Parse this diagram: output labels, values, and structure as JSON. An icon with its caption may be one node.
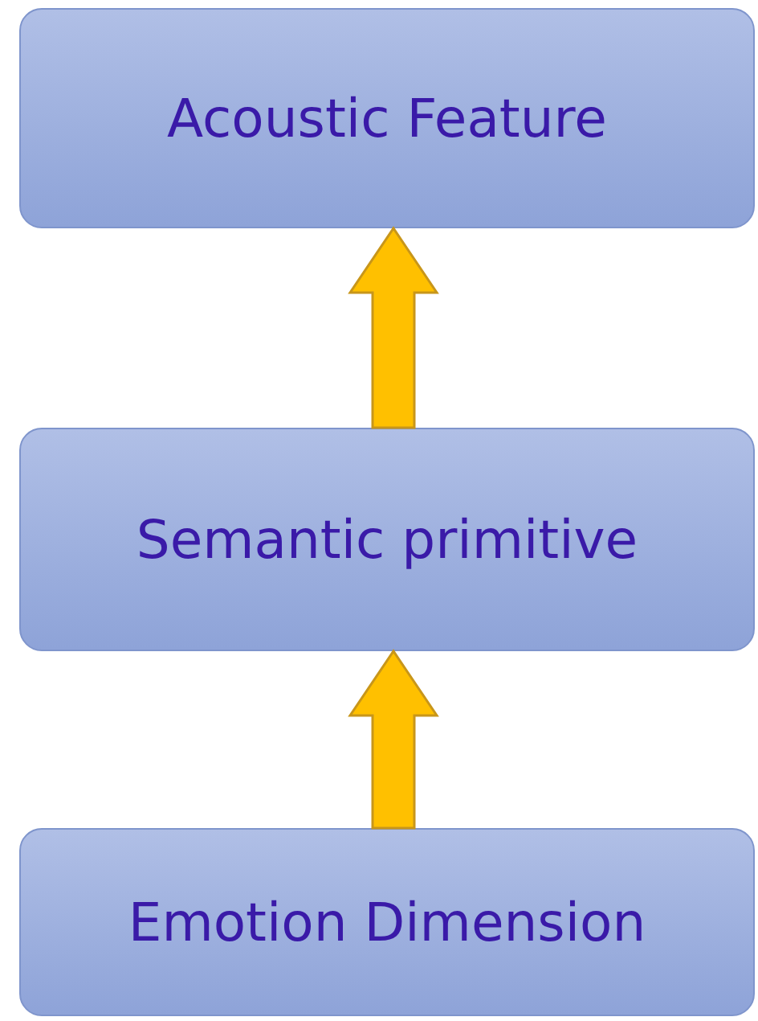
{
  "diagram": {
    "nodes": [
      {
        "text": [
          "Acoustic Feature"
        ]
      },
      {
        "text": [
          "Semantic primitive"
        ]
      },
      {
        "text": [
          "Emotion Dimension"
        ]
      }
    ],
    "edges": [
      {
        "from": 2,
        "to": 1,
        "arrow": "to"
      },
      {
        "from": 1,
        "to": 0,
        "arrow": "to"
      }
    ]
  }
}
